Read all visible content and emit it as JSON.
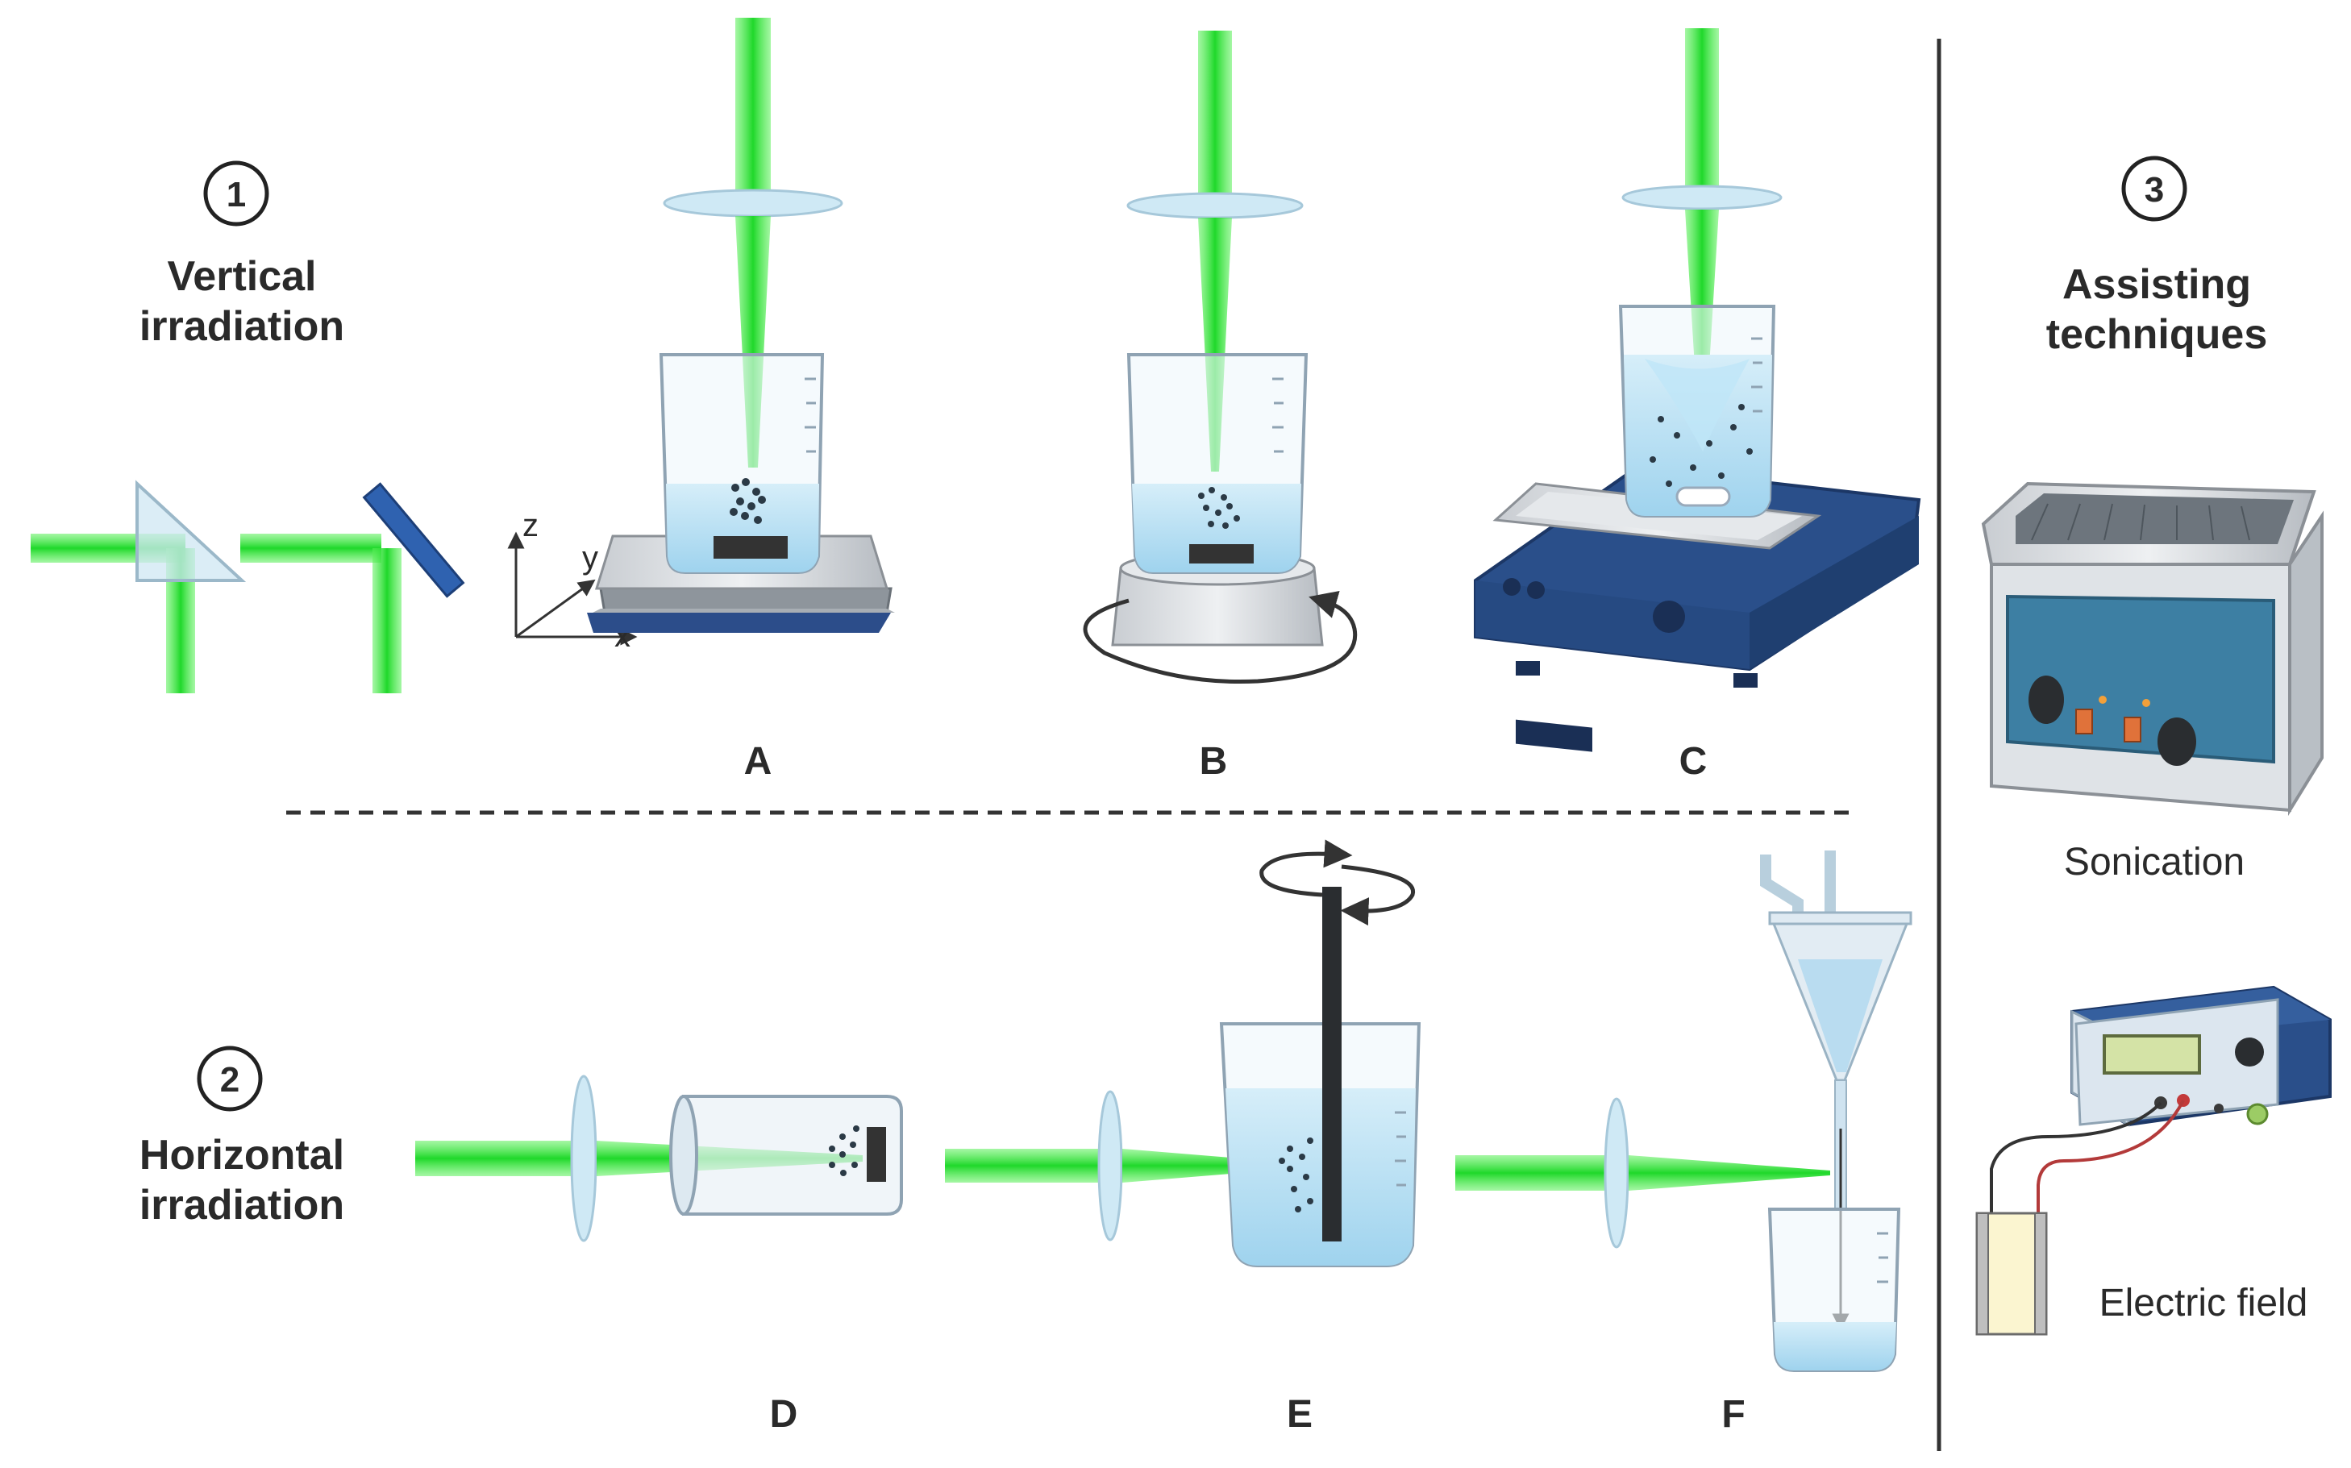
{
  "sections": {
    "vertical": {
      "number": "1",
      "title_line1": "Vertical",
      "title_line2": "irradiation"
    },
    "horizontal": {
      "number": "2",
      "title_line1": "Horizontal",
      "title_line2": "irradiation"
    },
    "assisting": {
      "number": "3",
      "title_line1": "Assisting",
      "title_line2": "techniques"
    }
  },
  "panels": {
    "a": "A",
    "b": "B",
    "c": "C",
    "d": "D",
    "e": "E",
    "f": "F"
  },
  "axes": {
    "z": "z",
    "y": "y",
    "x": "x"
  },
  "techniques": {
    "sonication": "Sonication",
    "electric_field": "Electric field"
  },
  "colors": {
    "laser": "#39e63a",
    "water": "#bfe3f5",
    "glass": "#8fa3b3",
    "plate_blue": "#2b4a7a",
    "text": "#2a2a2a"
  }
}
